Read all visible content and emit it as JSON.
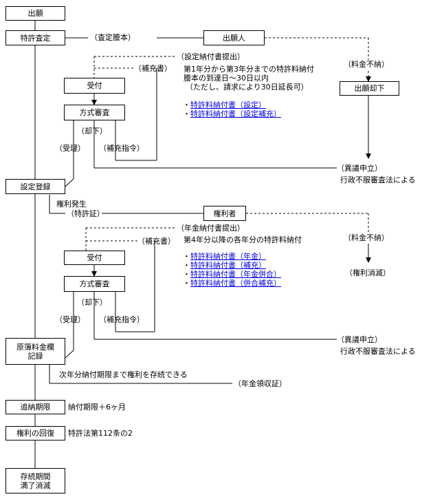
{
  "boxes": {
    "shutsugan": "出願",
    "tokkyo_satei": "特許査定",
    "shutsuganin": "出願人",
    "uketsuke1": "受付",
    "hoshiki1": "方式審査",
    "shutsugan_kyakka": "出願却下",
    "settei_toroku": "設定登録",
    "kenrisha": "権利者",
    "uketsuke2": "受付",
    "hoshiki2": "方式審査",
    "genbo": "原簿料金欄\n記録",
    "tsuno": "追納期限",
    "kaifuku": "権利の回復",
    "manryo": "存続期間\n満了消滅"
  },
  "labels": {
    "satei_tohon": "（査定謄本）",
    "settei_nofusho": "（設定納付書提出）",
    "settei_line1": "第1年分から第3年分までの特許料納付",
    "settei_line2": "謄本の到達日～30日以内",
    "settei_line3": "（ただし、請求により30日延長可）",
    "hojusho1": "（補充書）",
    "ryokin_funo1": "（料金不納）",
    "kyakka1": "（却下）",
    "juri1": "（受理）",
    "hoju_shirei1": "（補充指令）",
    "igi1": "（異議申立）",
    "gyosei1": "行政不服審査法による",
    "kenri_hassei": "権利発生",
    "tokkyosho": "（特許証）",
    "nenkin_nofusho": "（年金納付書提出）",
    "nenkin_line1": "第4年分以降の各年分の特許料納付",
    "hojusho2": "（補充書）",
    "ryokin_funo2": "（料金不納）",
    "kenri_shometsu": "（権利消滅）",
    "kyakka2": "（却下）",
    "juri2": "（受理）",
    "hoju_shirei2": "（補充指令）",
    "igi2": "（異議申立）",
    "gyosei2": "行政不服審査法による",
    "zokko": "次年分納付期限まで権利を存続できる",
    "nenkin_ryoshusho": "（年金領収証）",
    "nofu_kigen": "納付期限＋6ヶ月",
    "hoshu_112": "特許法第112条の2"
  },
  "links": {
    "bullet": "・",
    "settei": [
      "特許料納付書（設定）",
      "特許料納付書（設定補充）"
    ],
    "nenkin": [
      "特許料納付書（年金）",
      "特許料納付書（補充）",
      "特許料納付書（年金併合）",
      "特許料納付書（併合補充）"
    ]
  }
}
